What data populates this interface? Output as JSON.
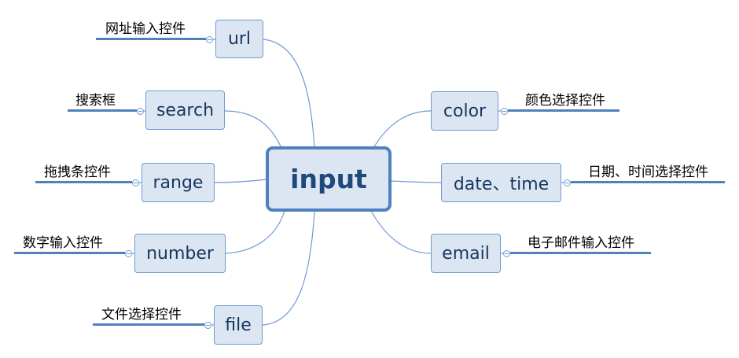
{
  "root": {
    "label": "input"
  },
  "left_branches": [
    {
      "key": "url",
      "label": "url",
      "note": "网址输入控件"
    },
    {
      "key": "search",
      "label": "search",
      "note": "搜索框"
    },
    {
      "key": "range",
      "label": "range",
      "note": "拖拽条控件"
    },
    {
      "key": "number",
      "label": "number",
      "note": "数字输入控件"
    },
    {
      "key": "file",
      "label": "file",
      "note": "文件选择控件"
    }
  ],
  "right_branches": [
    {
      "key": "color",
      "label": "color",
      "note": "颜色选择控件"
    },
    {
      "key": "datetime",
      "label": "date、time",
      "note": "日期、时间选择控件"
    },
    {
      "key": "email",
      "label": "email",
      "note": "电子邮件输入控件"
    }
  ],
  "colors": {
    "node_fill": "#dce6f2",
    "node_border": "#6f9ad3",
    "root_border": "#4f81bd",
    "connector": "#6f9ad3",
    "underline": "#4f81bd"
  }
}
